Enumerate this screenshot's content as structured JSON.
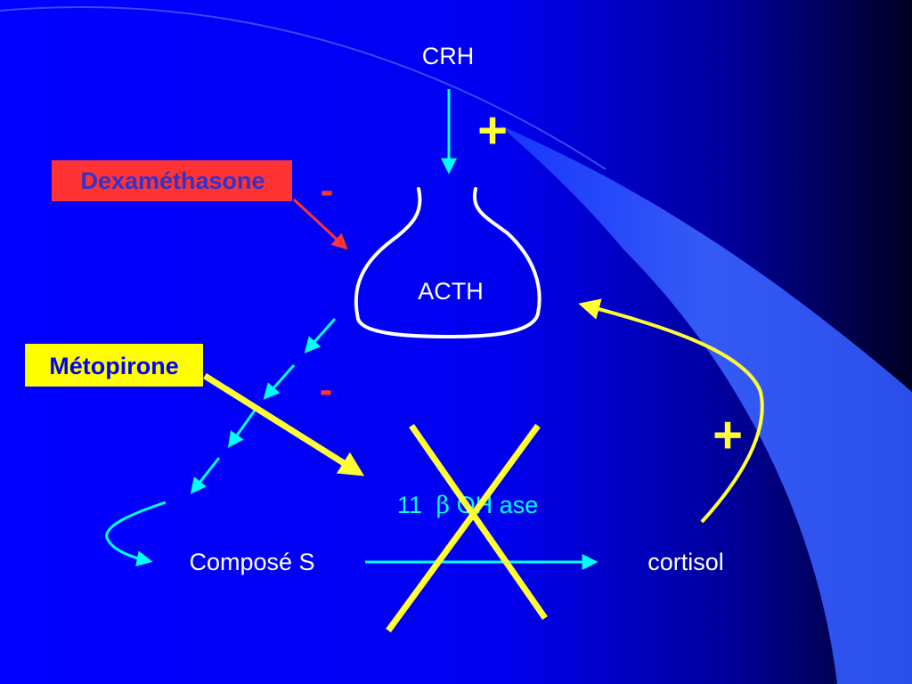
{
  "nodes": {
    "crh": "CRH",
    "acth": "ACTH",
    "compose_s": "Composé S",
    "cortisol": "cortisol"
  },
  "enzyme": {
    "number": "11",
    "greek": "β",
    "suffix": " OH ase"
  },
  "drugs": {
    "dexamethasone": "Dexaméthasone",
    "metopirone": "Métopirone"
  },
  "signs": {
    "crh_effect": "+",
    "dexamethasone_effect": "-",
    "metopirone_effect": "-",
    "cortisol_feedback": "+"
  },
  "colors": {
    "background": "#0000ff",
    "background_dark": "#000033",
    "sweep": "#3a66ff",
    "positive": "#00ffff",
    "feedback": "#ffff33",
    "dexamethasone_box": "#ff3333",
    "dexamethasone_text": "#3333cc",
    "metopirone_box": "#ffff00",
    "metopirone_text": "#0000ff",
    "block_cross": "#ffff33",
    "inhibition_arrow": "#ff3333",
    "pituitary": "#ffffff"
  }
}
